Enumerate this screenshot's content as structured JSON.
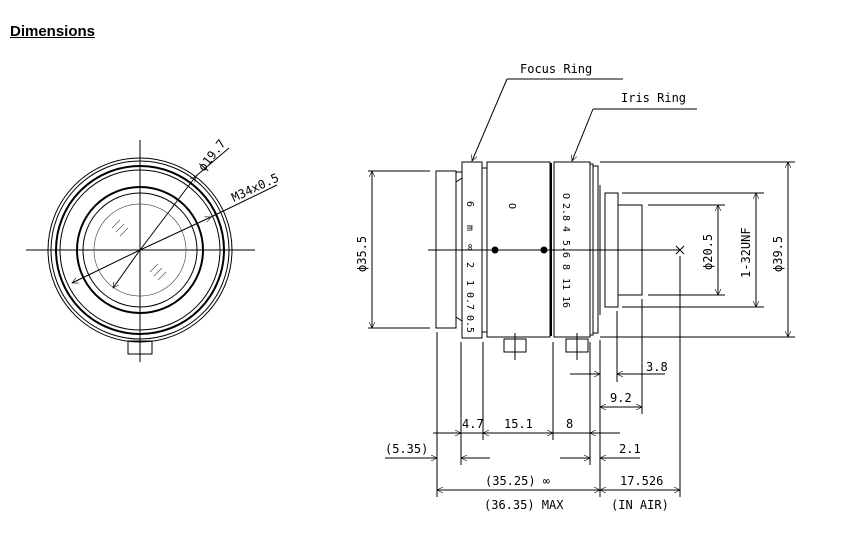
{
  "header": {
    "title": "Dimensions"
  },
  "front_view": {
    "dia_inner": "ϕ19.7",
    "thread": "M34x0.5"
  },
  "side_view": {
    "focus_ring_label": "Focus Ring",
    "iris_ring_label": "Iris Ring",
    "focus_scale": [
      "6",
      "m",
      "∞",
      "2",
      "1",
      "0.7",
      "0.5"
    ],
    "barrel_mark": "O",
    "iris_scale": [
      "O",
      "2.8",
      "4",
      "5.6",
      "8",
      "11",
      "16"
    ],
    "dia_front": "ϕ35.5",
    "dia_rear": "ϕ20.5",
    "mount_thread": "1-32UNF",
    "dia_max": "ϕ39.5"
  },
  "dimensions": {
    "d_3_8": "3.8",
    "d_9_2": "9.2",
    "d_4_7": "4.7",
    "d_15_1": "15.1",
    "d_8": "8",
    "d_5_35": "(5.35)",
    "d_2_1": "2.1",
    "d_35_25": "(35.25) ∞",
    "d_36_35": "(36.35) MAX",
    "d_17_526": "17.526",
    "in_air": "(IN AIR)"
  }
}
